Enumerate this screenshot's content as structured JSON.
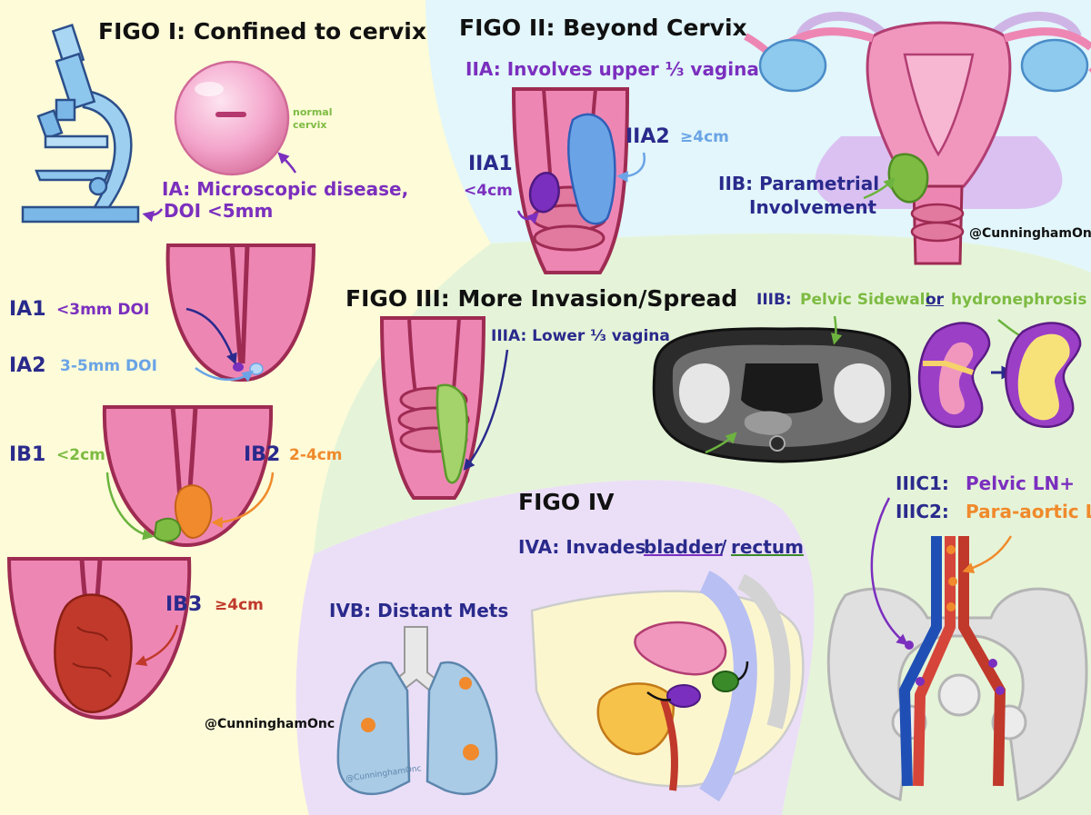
{
  "colors": {
    "stage1_bg": "#fdfbd8",
    "stage2_bg": "#e2f6fb",
    "stage3_bg": "#e4f4d8",
    "stage4_bg": "#e9ddf7",
    "cervix_pink": "#ee86b4",
    "cervix_dark": "#9e2b52",
    "green": "#7dbb42",
    "purple": "#7b2fbe",
    "navy": "#2a2a8c",
    "orange": "#f08a2c",
    "light_blue": "#6aa4e6",
    "tumor_red": "#c0392b"
  },
  "stage1": {
    "title": "FIGO I: Confined to cervix",
    "normal_label_line1": "normal",
    "normal_label_line2": "cervix",
    "ia_line1": "IA: Microscopic disease,",
    "ia_line2": "DOI <5mm",
    "ia1": "IA1",
    "ia1_detail": "<3mm DOI",
    "ia2": "IA2",
    "ia2_detail": "3-5mm DOI",
    "ib1": "IB1",
    "ib1_detail": "<2cm",
    "ib2": "IB2",
    "ib2_detail": "2-4cm",
    "ib3": "IB3",
    "ib3_detail": "≥4cm"
  },
  "stage2": {
    "title": "FIGO II: Beyond Cervix",
    "iia": "IIA: Involves upper ⅓ vagina",
    "iia1": "IIA1",
    "iia1_detail": "<4cm",
    "iia2": "IIA2",
    "iia2_detail": "≥4cm",
    "iib_line1": "IIB: Parametrial",
    "iib_line2": "Involvement",
    "handle": "@CunninghamOnc"
  },
  "stage3": {
    "title": "FIGO III: More Invasion/Spread",
    "iiia": "IIIA: Lower ⅓ vagina",
    "iiib_prefix": "IIIB:",
    "iiib_sidewall": "Pelvic Sidewall",
    "iiib_or": "or",
    "iiib_hydro": "hydronephrosis",
    "iiic1": "IIIC1:",
    "iiic1_detail": "Pelvic LN+",
    "iiic2": "IIIC2:",
    "iiic2_detail": "Para-aortic LN+"
  },
  "stage4": {
    "title": "FIGO IV",
    "iva_prefix": "IVA: Invades",
    "iva_bladder": "bladder",
    "iva_slash": "/",
    "iva_rectum": "rectum",
    "ivb": "IVB: Distant Mets",
    "handle": "@CunninghamOnc",
    "lung_watermark": "@CunninghamOnc"
  }
}
